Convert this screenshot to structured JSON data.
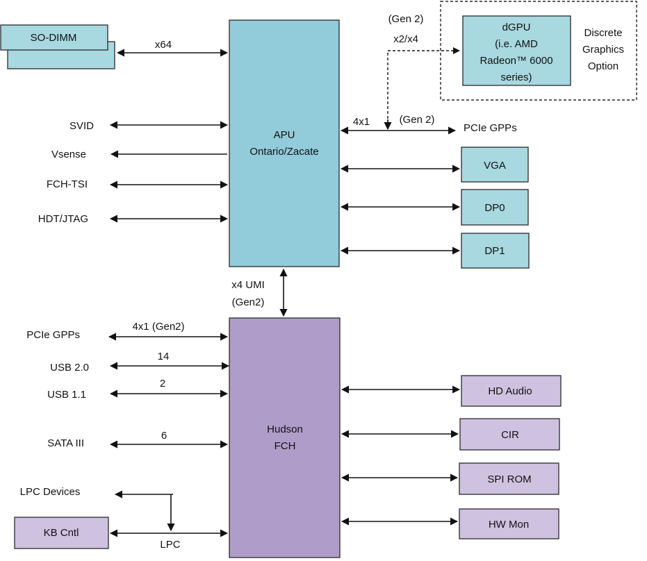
{
  "blocks": {
    "apu": [
      "APU",
      "Ontario/Zacate"
    ],
    "fch": [
      "Hudson",
      "FCH"
    ],
    "so_dimm": "SO-DIMM",
    "dgpu": [
      "dGPU",
      "(i.e. AMD",
      "Radeon™ 6000",
      "series)"
    ],
    "vga": "VGA",
    "dp0": "DP0",
    "dp1": "DP1",
    "hd_audio": "HD Audio",
    "cir": "CIR",
    "spi_rom": "SPI ROM",
    "hw_mon": "HW Mon",
    "kb_cntl": "KB Cntl"
  },
  "option": [
    "Discrete",
    "Graphics",
    "Option"
  ],
  "labels": {
    "x64": "x64",
    "svid": "SVID",
    "vsense": "Vsense",
    "fch_tsi": "FCH-TSI",
    "hdt_jtag": "HDT/JTAG",
    "gen2_top": "(Gen 2)",
    "x2x4": "x2/x4",
    "x4x1": "4x1",
    "gen2_mid": "(Gen 2)",
    "pcie_gpps_apu": "PCIe GPPs",
    "umi": "x4 UMI",
    "umi_gen": "(Gen2)",
    "pcie_gpps_fch": "PCIe GPPs",
    "pcie_count": "4x1 (Gen2)",
    "usb20": "USB 2.0",
    "usb20_count": "14",
    "usb11": "USB 1.1",
    "usb11_count": "2",
    "sata": "SATA  III",
    "sata_count": "6",
    "lpc_devices": "LPC Devices",
    "lpc": "LPC"
  }
}
